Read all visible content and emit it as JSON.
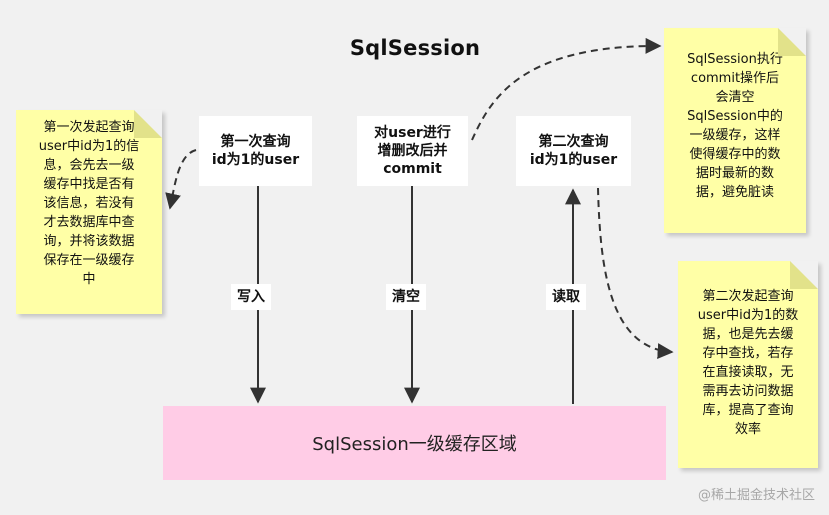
{
  "title": "SqlSession",
  "boxes": {
    "first_query": "第一次查询\nid为1的user",
    "crud": "对user进行\n增删改后并\ncommit",
    "second_query": "第二次查询\nid为1的user"
  },
  "arrow_labels": {
    "write": "写入",
    "clear": "清空",
    "read": "读取"
  },
  "region": "SqlSession一级缓存区域",
  "notes": {
    "left": "第一次发起查询\nuser中id为1的信\n息，会先去一级\n缓存中找是否有\n该信息，若没有\n才去数据库中查\n询，并将该数据\n保存在一级缓存\n中",
    "top_right": "SqlSession执行\ncommit操作后\n会清空\nSqlSession中的\n一级缓存，这样\n使得缓存中的数\n据时最新的数\n据，避免脏读",
    "bottom_right": "第二次发起查询\nuser中id为1的数\n据，也是先去缓\n存中查找，若存\n在直接读取，无\n需再去访问数据\n库，提高了查询\n效率"
  },
  "watermark": "@稀土掘金技术社区",
  "colors": {
    "background": "#f1f1f1",
    "note": "#ffffa6",
    "region": "#ffcce6",
    "arrow": "#333333"
  }
}
